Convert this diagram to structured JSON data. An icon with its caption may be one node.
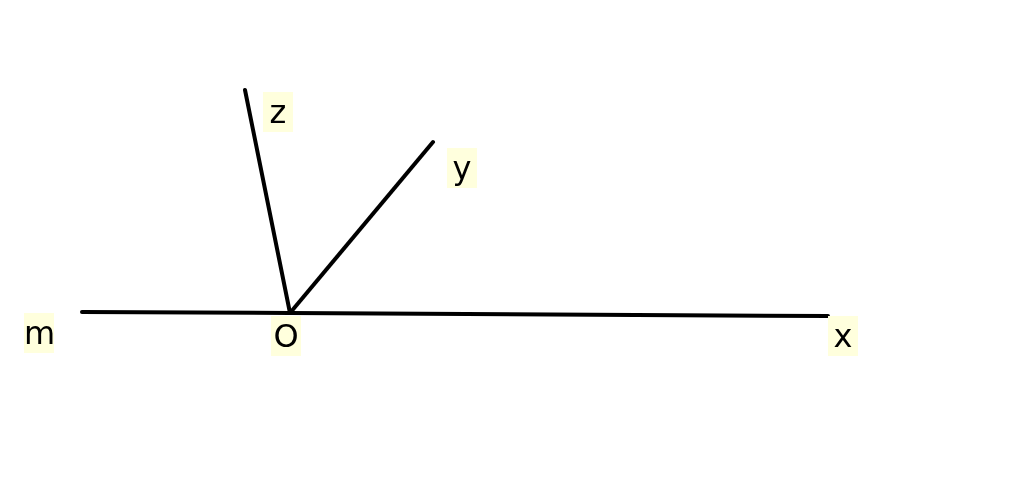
{
  "diagram": {
    "nodes": [
      {
        "text": [
          "z"
        ]
      },
      {
        "text": [
          "y"
        ]
      },
      {
        "text": [
          "m"
        ]
      },
      {
        "text": [
          "O"
        ]
      },
      {
        "text": [
          "x"
        ]
      }
    ],
    "edges": [
      {
        "from": 3,
        "to": 2,
        "arrow": "none"
      },
      {
        "from": 3,
        "to": 4,
        "arrow": "none"
      },
      {
        "from": 3,
        "to": 1,
        "arrow": "none"
      },
      {
        "from": 3,
        "to": 0,
        "arrow": "none"
      }
    ]
  }
}
